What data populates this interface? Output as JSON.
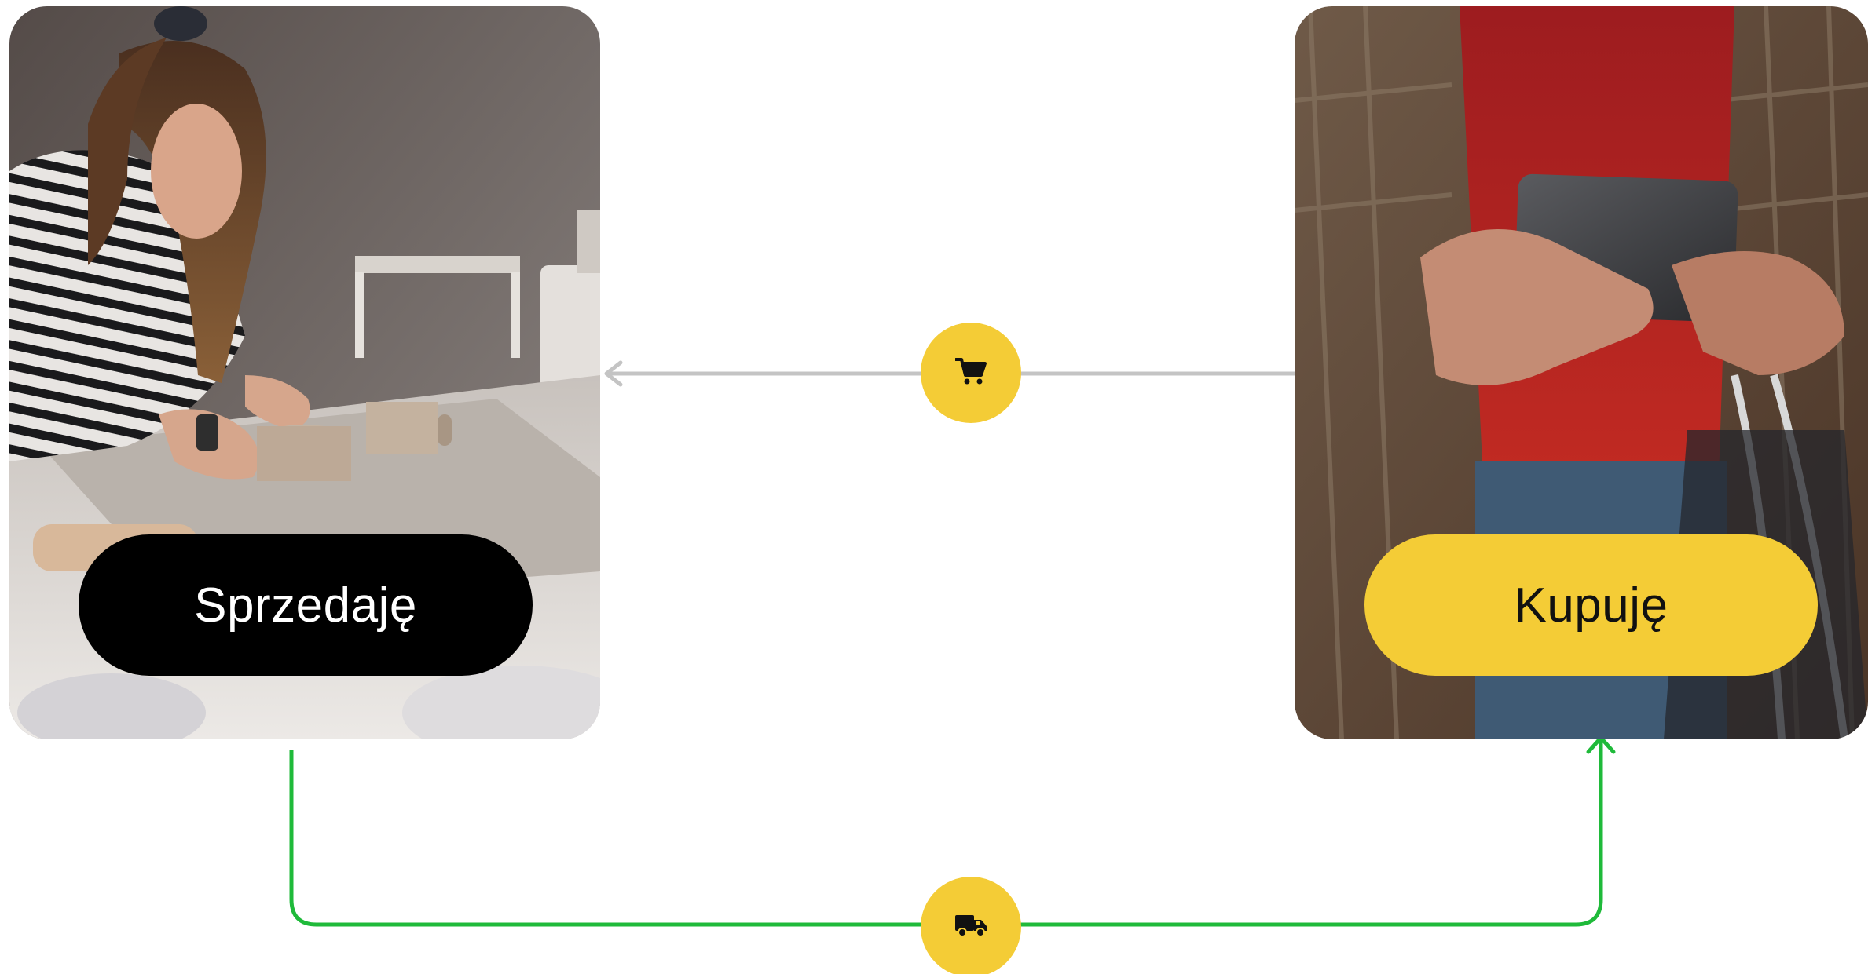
{
  "seller": {
    "label": "Sprzedaję",
    "image": "woman-crafting-ceramic-mugs-photo"
  },
  "buyer": {
    "label": "Kupuję",
    "image": "person-holding-smartphone-with-shopping-bags-photo"
  },
  "flow": {
    "order_icon": "shopping-cart-icon",
    "delivery_icon": "delivery-truck-icon"
  },
  "colors": {
    "accent_yellow": "#f4cc36",
    "order_line": "#c4c4c4",
    "delivery_line": "#1fba3a",
    "seller_button": "#000000"
  }
}
